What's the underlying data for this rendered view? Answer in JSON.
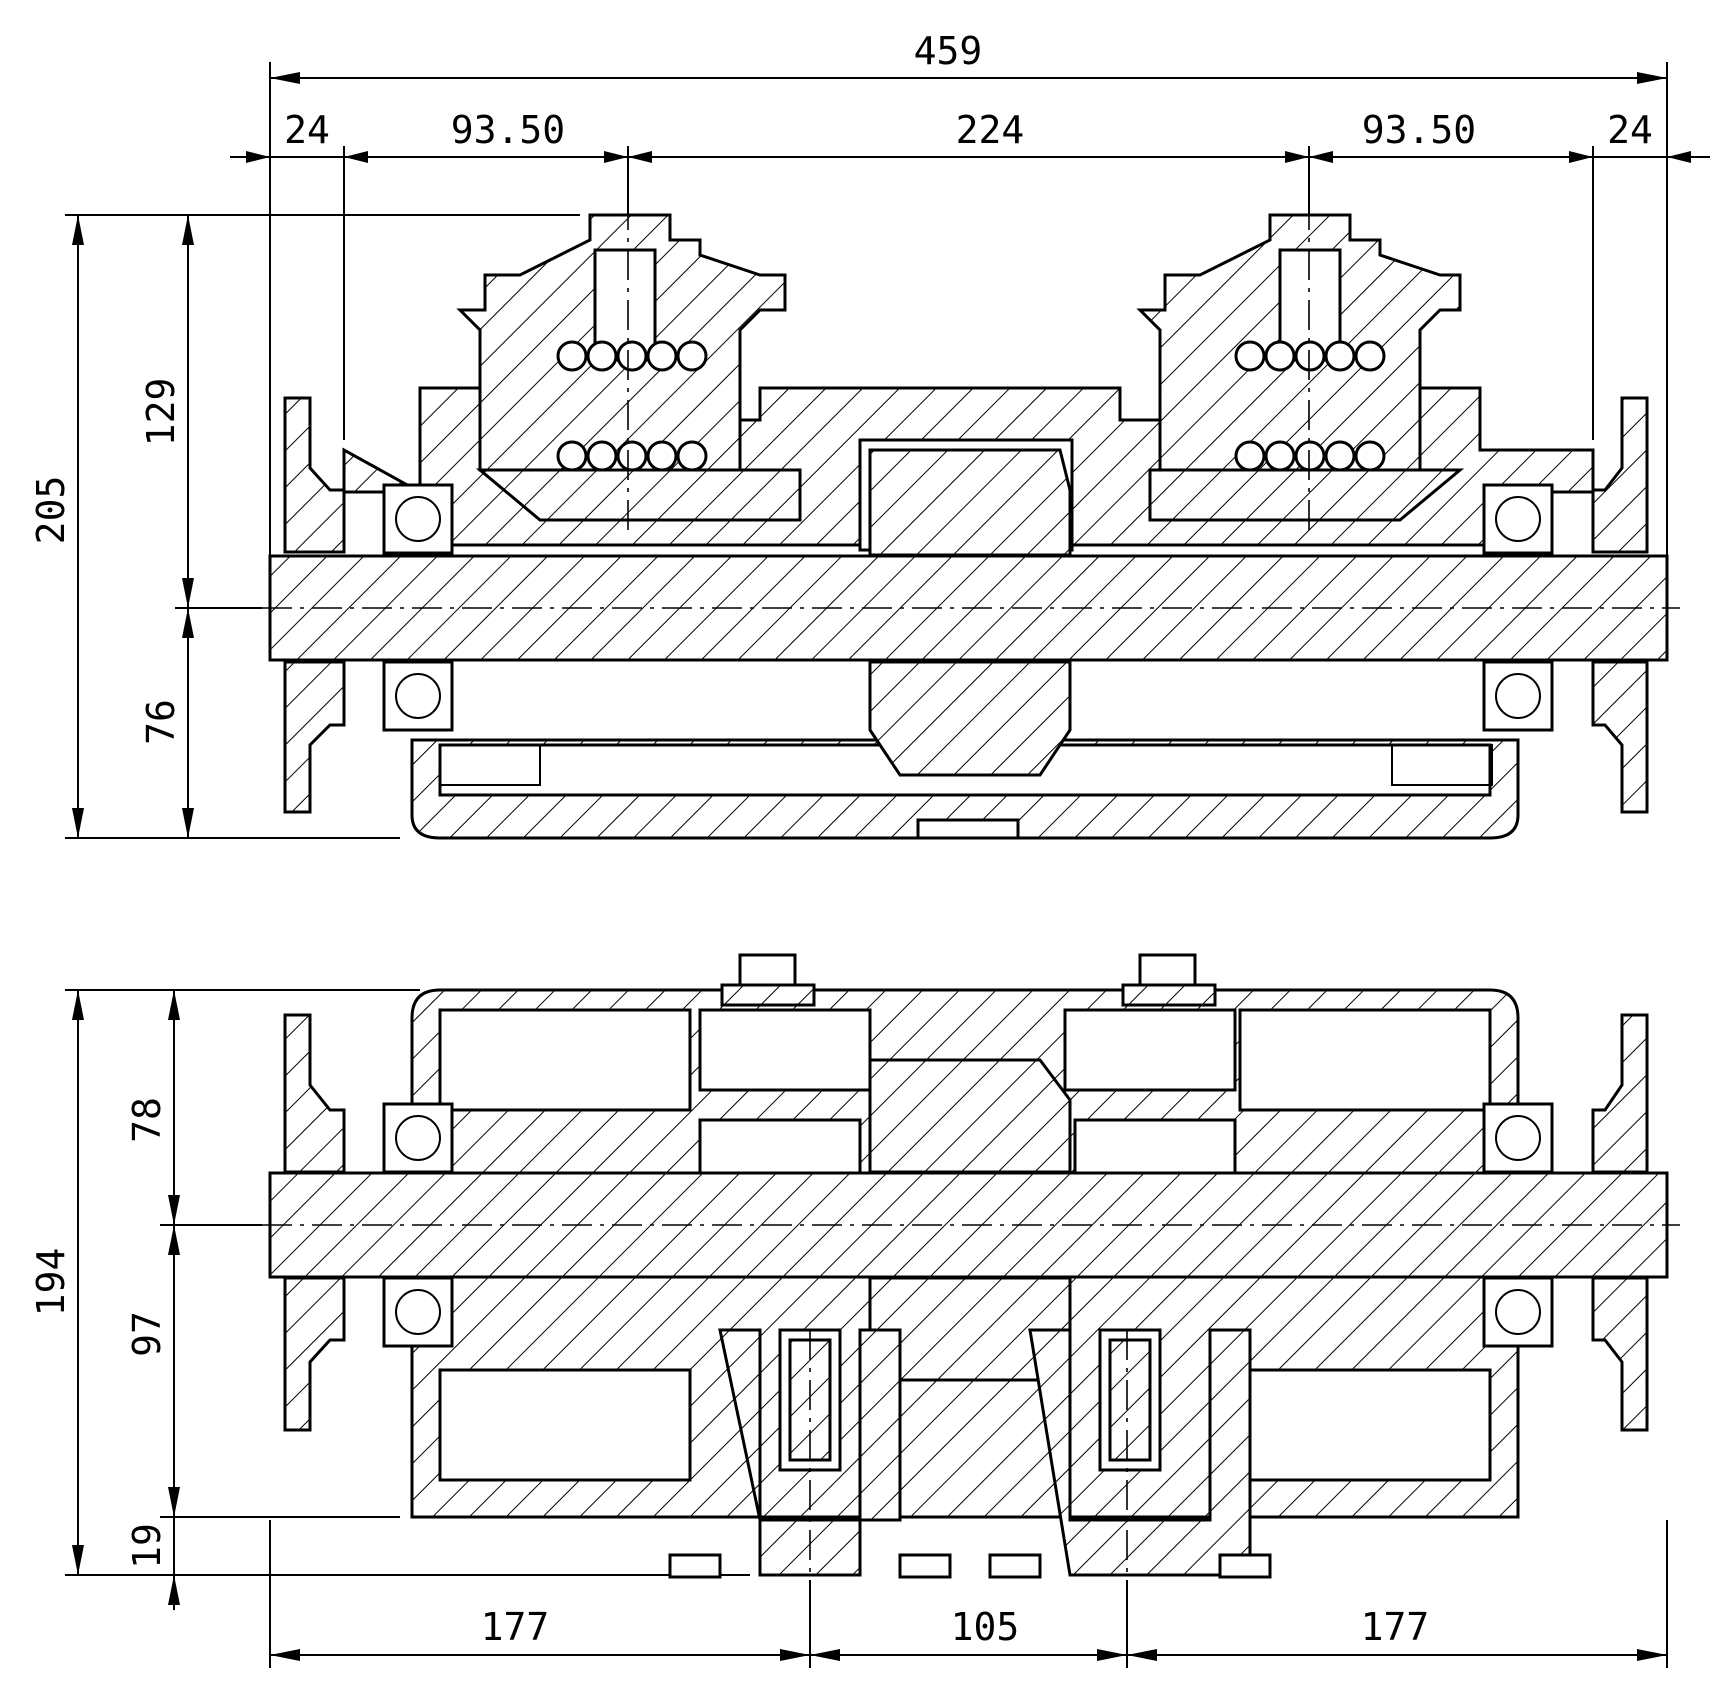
{
  "top_view": {
    "dims_horizontal": {
      "overall": "459",
      "left_flange": "24",
      "left_span": "93.50",
      "center_span": "224",
      "right_span": "93.50",
      "right_flange": "24"
    },
    "dims_vertical": {
      "overall_height": "205",
      "upper_height": "129",
      "lower_height": "76"
    }
  },
  "bottom_view": {
    "dims_vertical": {
      "overall_height": "194",
      "upper_height": "78",
      "lower_height": "97",
      "bottom_offset": "19"
    },
    "dims_horizontal": {
      "left_span": "177",
      "center_span": "105",
      "right_span": "177"
    }
  }
}
